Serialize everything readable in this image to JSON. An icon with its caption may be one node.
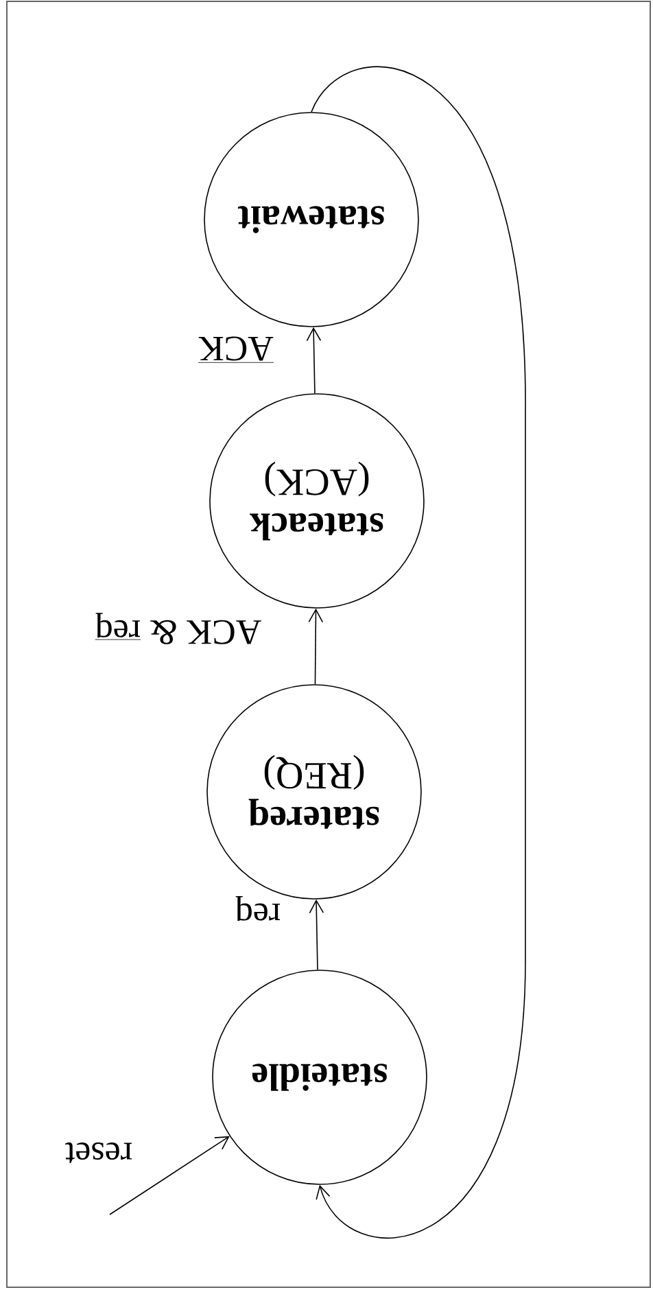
{
  "diagram": {
    "nodes": [
      {
        "text": [
          "stateidle"
        ]
      },
      {
        "text": [
          "statereq",
          "(REQ)"
        ]
      },
      {
        "text": [
          "stateack",
          "(ACK)"
        ]
      },
      {
        "text": [
          "statewait"
        ]
      }
    ],
    "edges": [
      {
        "from": null,
        "to": 0,
        "arrow": "to",
        "label": "reset"
      },
      {
        "from": 0,
        "to": 1,
        "arrow": "to",
        "label": "req"
      },
      {
        "from": 1,
        "to": 2,
        "arrow": "to",
        "label": "\\mathrm{ACK}\\ \\&\\ \\overline{\\mathrm{req}}"
      },
      {
        "from": 2,
        "to": 3,
        "arrow": "to",
        "label": "\\overline{\\mathrm{ACK}}"
      },
      {
        "from": 3,
        "to": 0,
        "arrow": "to"
      }
    ]
  }
}
